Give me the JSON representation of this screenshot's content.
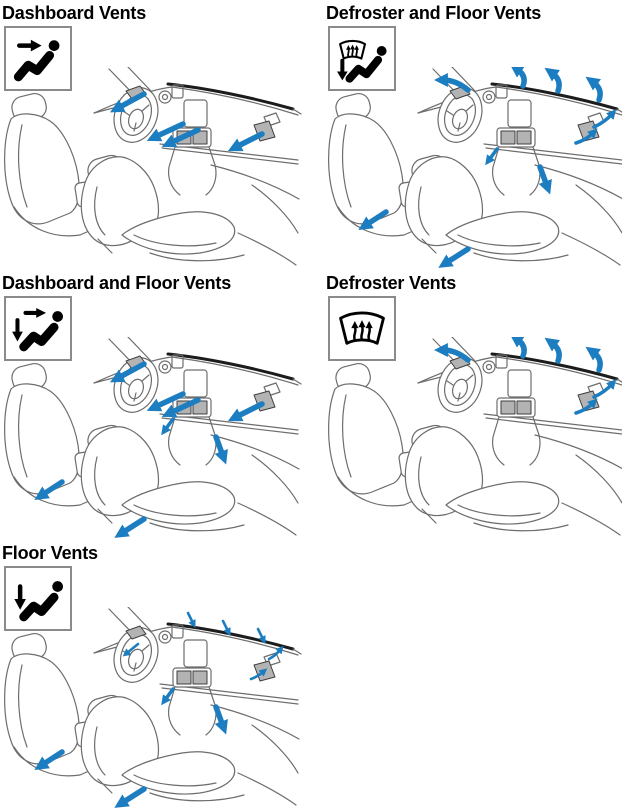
{
  "panels": [
    {
      "title": "Dashboard Vents",
      "icon": "dashboard-vents-icon",
      "airflow": {
        "dashboard": true,
        "floor": false,
        "defroster": false,
        "bleed": false
      }
    },
    {
      "title": "Defroster and Floor Vents",
      "icon": "defroster-and-floor-vents-icon",
      "airflow": {
        "dashboard": false,
        "floor": true,
        "defroster": true,
        "bleed": false
      }
    },
    {
      "title": "Dashboard and Floor Vents",
      "icon": "dashboard-and-floor-vents-icon",
      "airflow": {
        "dashboard": true,
        "floor": true,
        "defroster": false,
        "bleed": false
      }
    },
    {
      "title": "Defroster Vents",
      "icon": "defroster-vents-icon",
      "airflow": {
        "dashboard": false,
        "floor": false,
        "defroster": true,
        "bleed": false
      }
    },
    {
      "title": "Floor Vents",
      "icon": "floor-vents-icon",
      "airflow": {
        "dashboard": false,
        "floor": true,
        "defroster": false,
        "bleed": true
      }
    }
  ],
  "colors": {
    "arrow_blue": "#1d7dc1",
    "sketch_line": "#6d6d6d",
    "dark_line": "#1c1c1c",
    "vent_fill": "#b3b3b3",
    "icon_black": "#000000",
    "icon_box_border": "#8a8a8a",
    "background": "#ffffff",
    "title_text": "#000000"
  }
}
